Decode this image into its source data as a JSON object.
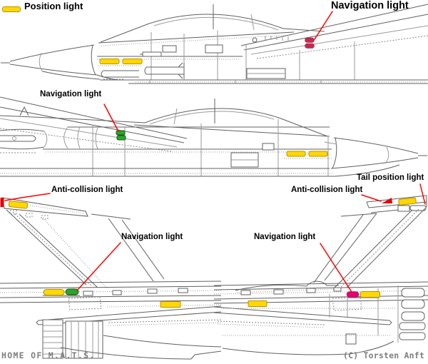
{
  "legend": {
    "label": "Position light"
  },
  "labels": {
    "nav_top": "Navigation light",
    "nav_mid": "Navigation light",
    "nav_bottom_left": "Navigation light",
    "nav_bottom_right": "Navigation light",
    "anti_collision_left": "Anti-collision light",
    "anti_collision_right": "Anti-collision light",
    "tail_position": "Tail position light"
  },
  "footer": {
    "left": "HOME OF M.A.T.S.",
    "right": "(C) Torsten Anft"
  },
  "colors": {
    "position_light": "#FFD800",
    "position_light_border": "#B89000",
    "navigation_red": "#C62951",
    "navigation_pink": "#E50073",
    "navigation_green": "#2EA32E",
    "navigation_green_border": "#0F5E0F",
    "anti_collision": "#E60000",
    "leader_line": "#FF0000",
    "artwork_line": "#606060",
    "footer_text": "#7E7E7E"
  }
}
